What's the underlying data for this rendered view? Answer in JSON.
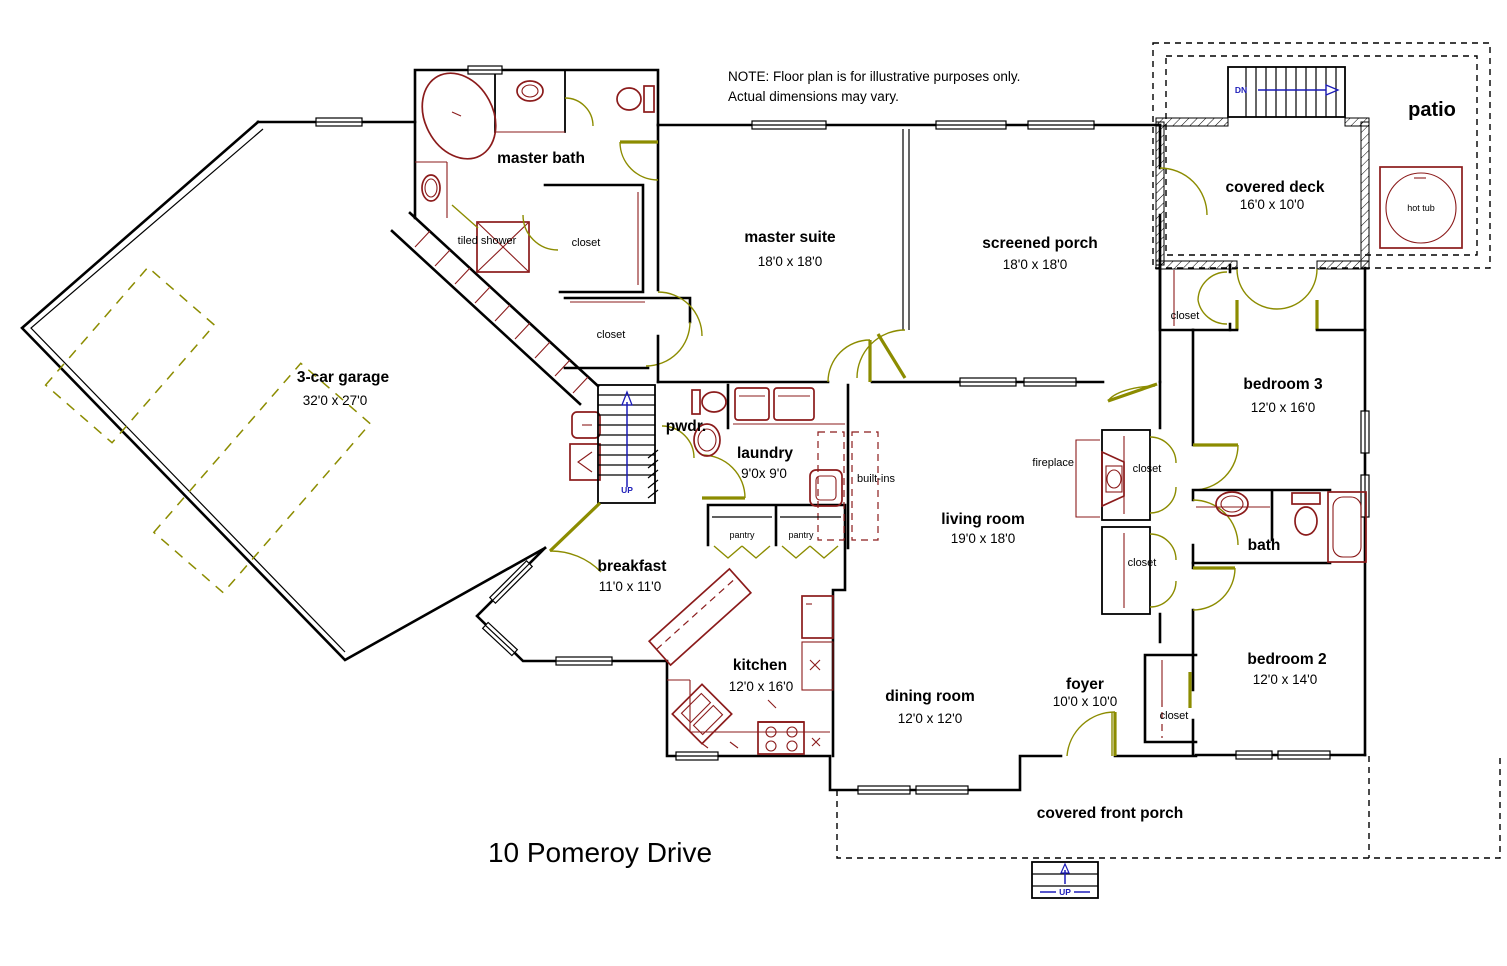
{
  "title": "10 Pomeroy Drive",
  "note": {
    "line1": "NOTE: Floor plan is for illustrative purposes only.",
    "line2": "Actual dimensions may vary."
  },
  "colors": {
    "walls": "#000000",
    "fixtures": "#8b1b1b",
    "doors": "#8c8c00",
    "stair_arrows": "#1c1cb8",
    "background": "#ffffff"
  },
  "rooms": {
    "master_bath": {
      "name": "master bath"
    },
    "master_suite": {
      "name": "master suite",
      "dims": "18'0 x 18'0"
    },
    "screened_porch": {
      "name": "screened porch",
      "dims": "18'0 x 18'0"
    },
    "covered_deck": {
      "name": "covered deck",
      "dims": "16'0 x 10'0"
    },
    "patio": {
      "name": "patio"
    },
    "bedroom3": {
      "name": "bedroom 3",
      "dims": "12'0 x 16'0"
    },
    "garage": {
      "name": "3-car garage",
      "dims": "32'0 x 27'0"
    },
    "powder": {
      "name": "pwdr."
    },
    "laundry": {
      "name": "laundry",
      "dims": "9'0x 9'0"
    },
    "living_room": {
      "name": "living room",
      "dims": "19'0 x 18'0"
    },
    "bath": {
      "name": "bath"
    },
    "breakfast": {
      "name": "breakfast",
      "dims": "11'0 x 11'0"
    },
    "kitchen": {
      "name": "kitchen",
      "dims": "12'0 x 16'0"
    },
    "dining_room": {
      "name": "dining room",
      "dims": "12'0 x 12'0"
    },
    "foyer": {
      "name": "foyer",
      "dims": "10'0 x 10'0"
    },
    "bedroom2": {
      "name": "bedroom 2",
      "dims": "12'0 x 14'0"
    },
    "front_porch": {
      "name": "covered front porch"
    }
  },
  "features": {
    "tiled_shower": "tiled shower",
    "closet": "closet",
    "pantry": "pantry",
    "built_ins": "built-ins",
    "fireplace": "fireplace",
    "hot_tub": "hot tub"
  },
  "stairs": {
    "up": "UP",
    "down": "DN"
  }
}
